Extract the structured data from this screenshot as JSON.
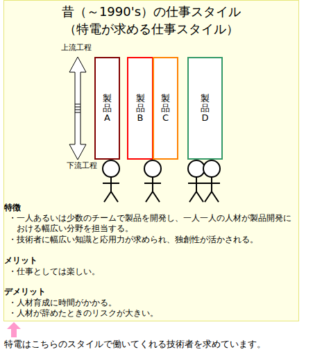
{
  "diagram": {
    "title": "昔（～1990's）の仕事スタイル",
    "caption": "特電はこちらのスタイルで働いてくれる技術者を求めています。",
    "nodes": [
      {
        "text": [
          "製品A"
        ]
      },
      {
        "text": [
          "製品B"
        ]
      },
      {
        "text": [
          "製品C"
        ]
      },
      {
        "text": [
          "製品D"
        ]
      }
    ],
    "labels": [
      "（特電が求める仕事スタイル）",
      "上流工程",
      "下流工程",
      "特徴",
      "・一人あるいは少数のチームで製品を開発し、一人一人の人材が製品開発における幅広い分野を担当する。",
      "・技術者に幅広い知識と応用力が求められ、独創性が活かされる。",
      "メリット",
      "・仕事としては楽しい。",
      "デメリット",
      "・人材育成に時間がかかる。",
      "・人材が辞めたときのリスクが大きい。"
    ]
  }
}
